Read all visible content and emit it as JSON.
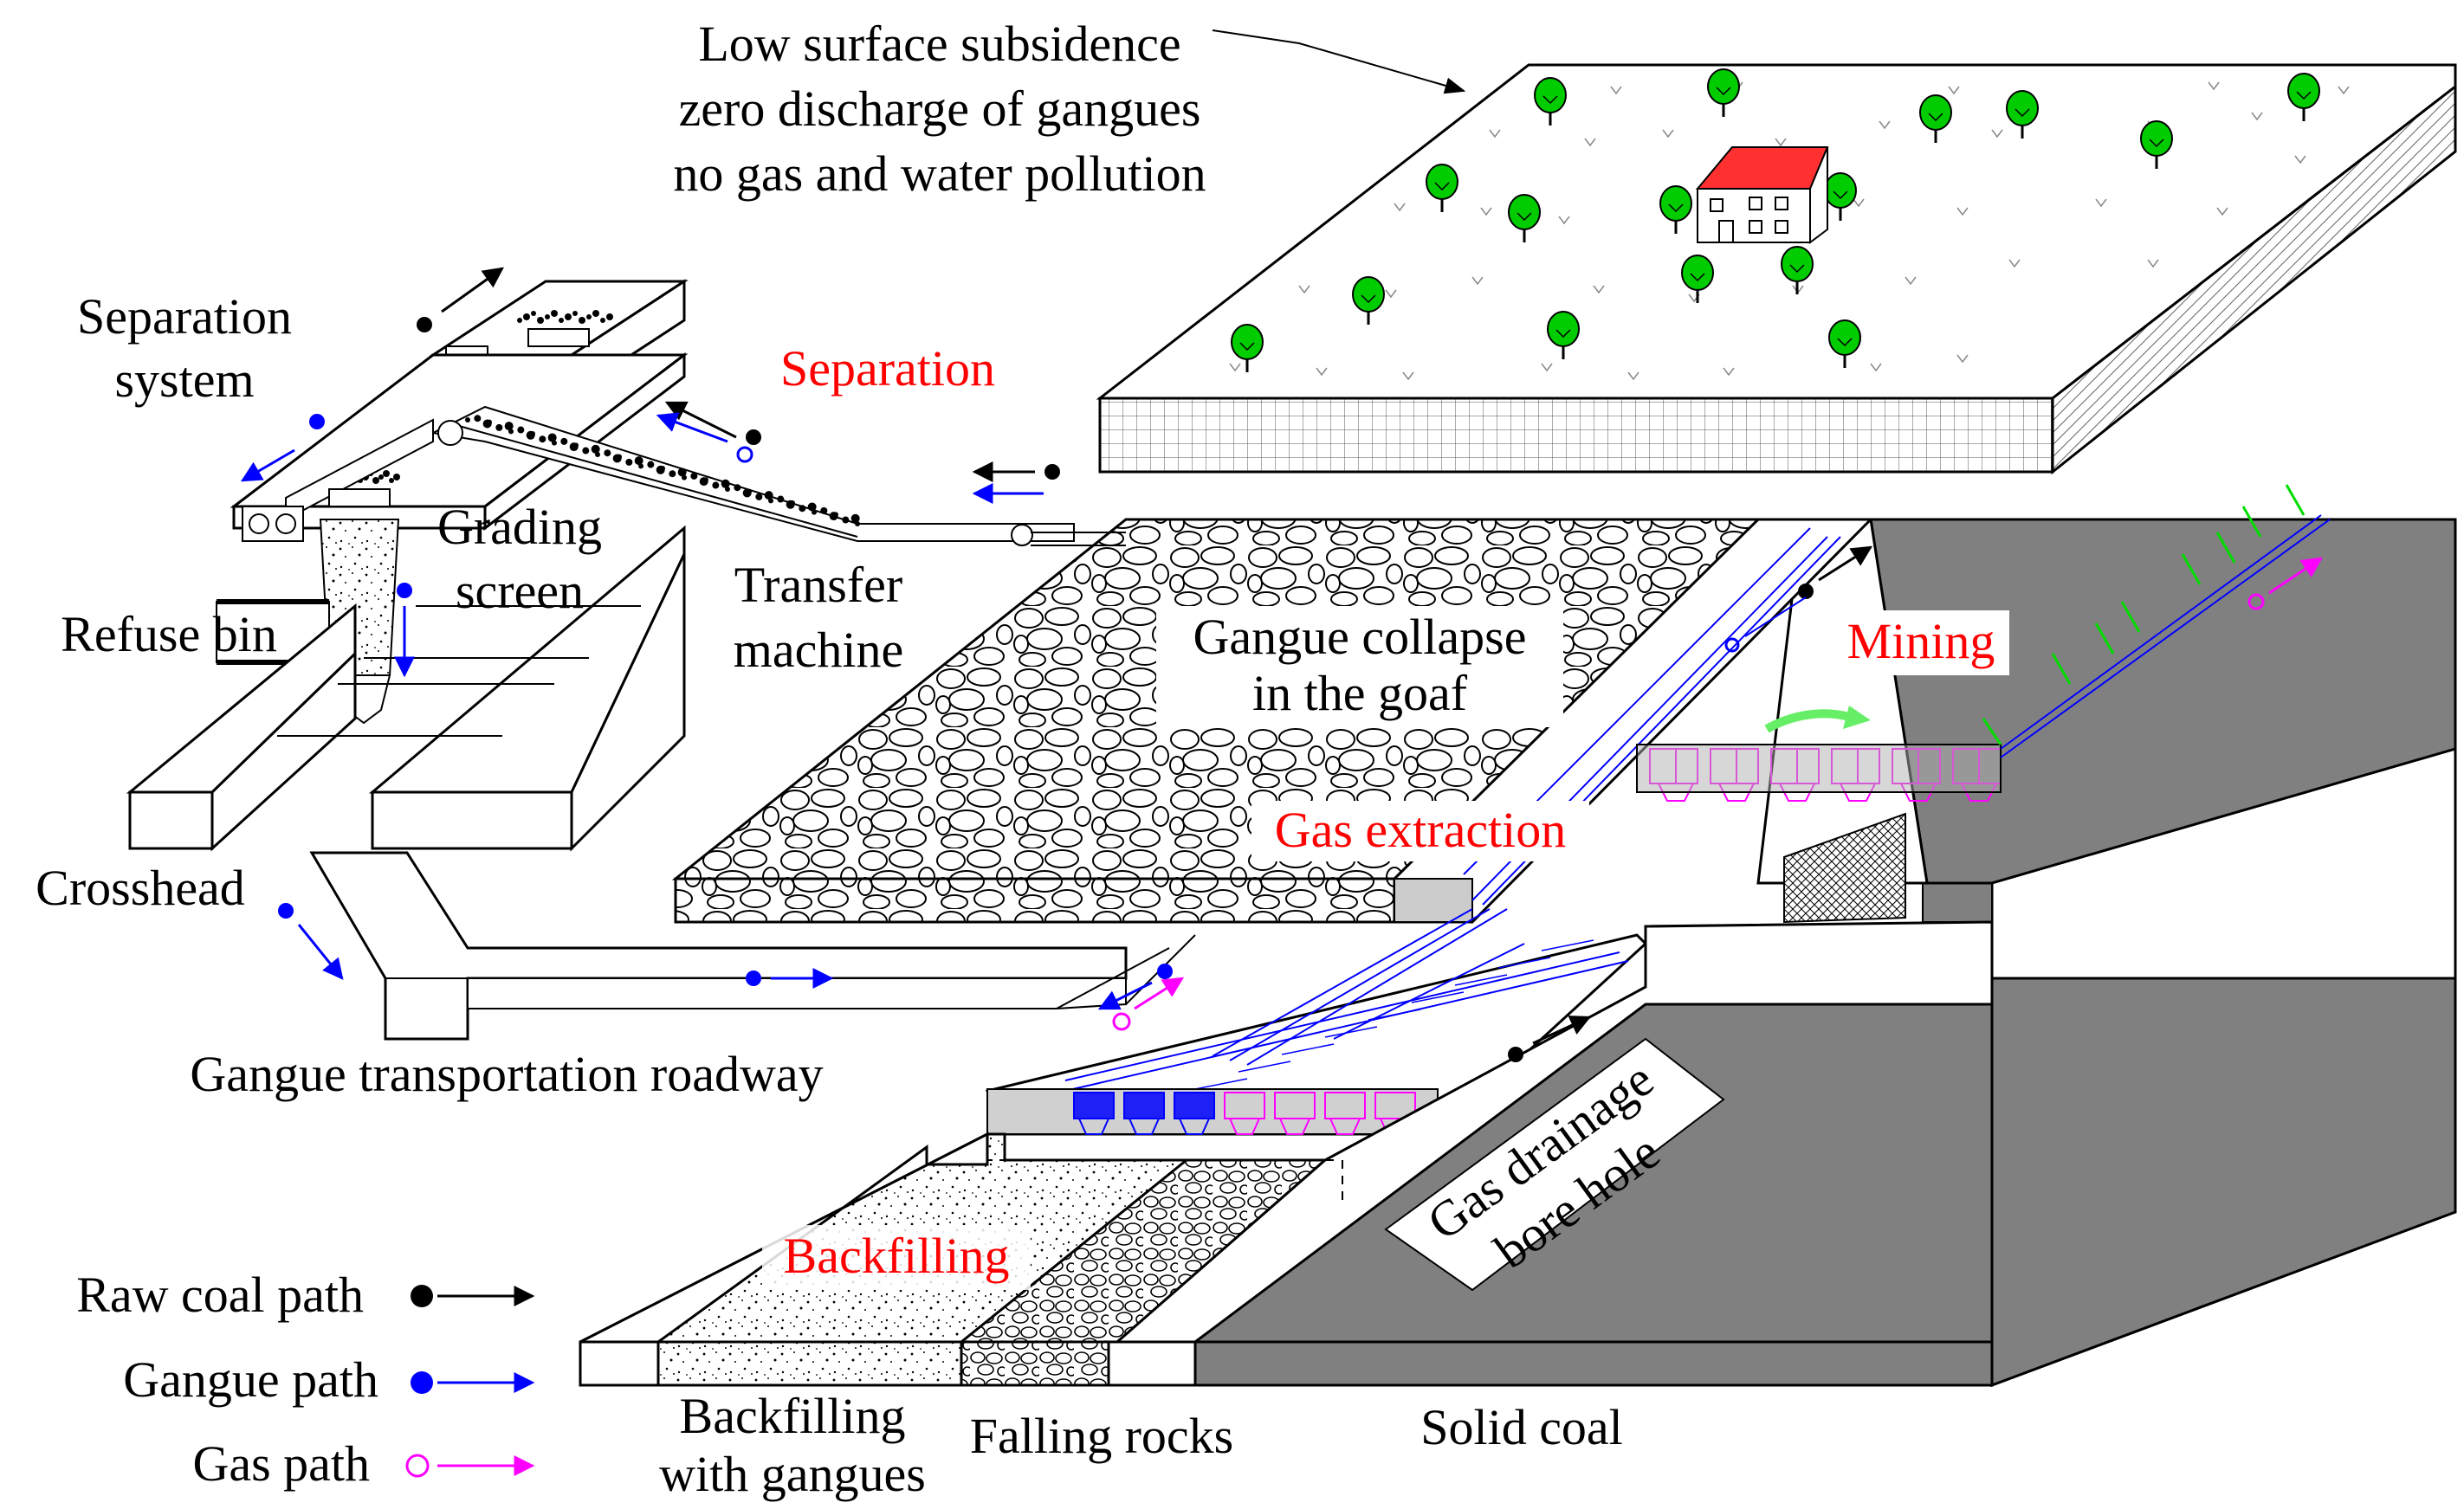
{
  "labels": {
    "surface_l1": "Low surface subsidence",
    "surface_l2": "zero discharge of gangues",
    "surface_l3": "no gas and water pollution",
    "separation_system_l1": "Separation",
    "separation_system_l2": "system",
    "separation": "Separation",
    "grading_screen_l1": "Grading",
    "grading_screen_l2": "screen",
    "refuse_bin": "Refuse bin",
    "transfer_machine_l1": "Transfer",
    "transfer_machine_l2": "machine",
    "gangue_collapse_l1": "Gangue collapse",
    "gangue_collapse_l2": "in the goaf",
    "mining": "Mining",
    "gas_extraction": "Gas extraction",
    "crosshead": "Crosshead",
    "gangue_transport_roadway": "Gangue transportation roadway",
    "gas_drainage_l1": "Gas drainage",
    "gas_drainage_l2": "bore hole",
    "backfilling": "Backfilling",
    "backfilling_gangues_l1": "Backfilling",
    "backfilling_gangues_l2": "with gangues",
    "falling_rocks": "Falling rocks",
    "solid_coal": "Solid coal"
  },
  "legend": [
    {
      "label": "Raw coal path",
      "marker": "filled-dot",
      "color": "#000000"
    },
    {
      "label": "Gangue path",
      "marker": "filled-dot",
      "color": "#0000ff"
    },
    {
      "label": "Gas path",
      "marker": "hollow-dot",
      "color": "#ff00ff"
    }
  ],
  "colors": {
    "coal": "#808080",
    "tree": "#00cc00",
    "roof": "#ff3030",
    "highlight_red": "#ff0000",
    "raw_coal": "#000000",
    "gangue": "#0000ff",
    "gas": "#ff00ff",
    "borehole": "#00dd00"
  }
}
